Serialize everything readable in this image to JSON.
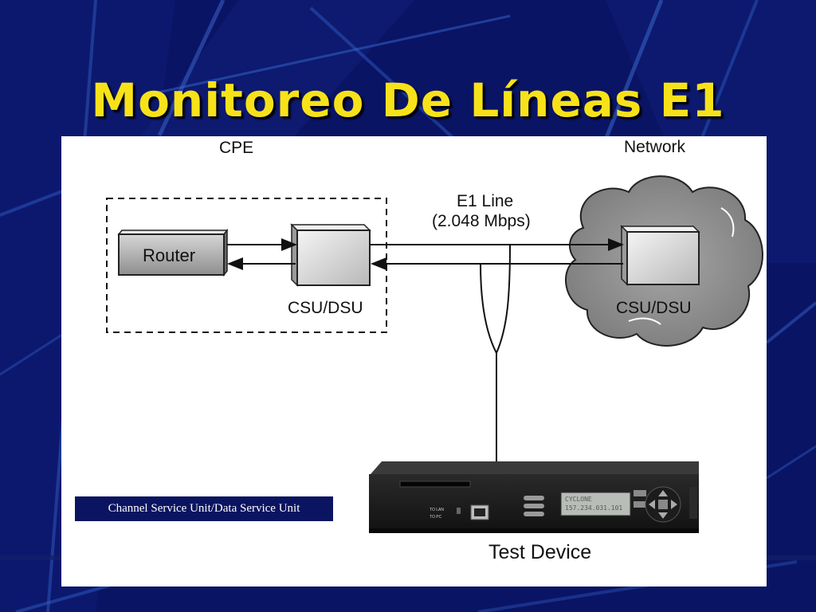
{
  "slide": {
    "title": "Monitoreo De Líneas E1",
    "caption": "Channel Service Unit/Data Service Unit"
  },
  "diagram": {
    "cpe_label": "CPE",
    "network_label": "Network",
    "router_label": "Router",
    "csu_dsu_local_label": "CSU/DSU",
    "csu_dsu_network_label": "CSU/DSU",
    "line_label": "E1 Line",
    "line_rate_label": "(2.048 Mbps)",
    "test_device_label": "Test Device"
  },
  "test_device": {
    "display_line1": "CYCLONE",
    "display_line2": "157.234.031.101",
    "port_label_lan": "TO LAN",
    "port_label_pc": "TO PC"
  },
  "colors": {
    "background": "#0a1464",
    "title": "#f7e21a",
    "caption_bg": "#0b1460",
    "cloud": "#8a8a8a"
  }
}
